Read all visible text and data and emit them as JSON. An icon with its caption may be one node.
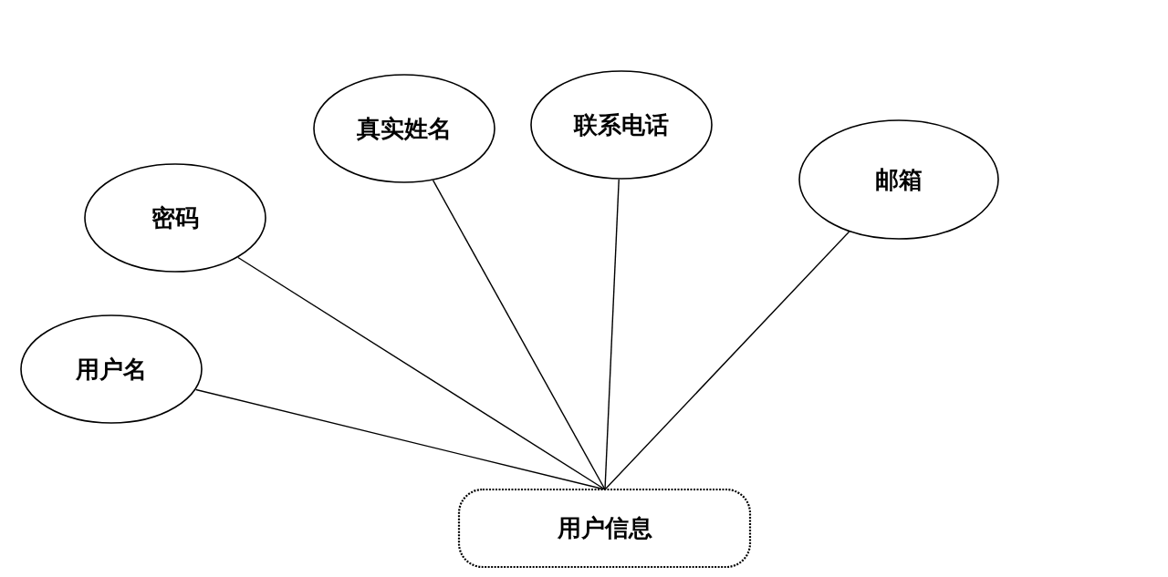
{
  "diagram": {
    "nodes": [
      {
        "text": [
          "用户名"
        ]
      },
      {
        "text": [
          "密码"
        ]
      },
      {
        "text": [
          "真实姓名"
        ]
      },
      {
        "text": [
          "联系电话"
        ]
      },
      {
        "text": [
          "邮箱"
        ]
      },
      {
        "text": [
          "用户信息"
        ]
      }
    ],
    "edges": [
      {
        "from": 5,
        "to": 0,
        "arrow": "none"
      },
      {
        "from": 5,
        "to": 1,
        "arrow": "none"
      },
      {
        "from": 5,
        "to": 2,
        "arrow": "none"
      },
      {
        "from": 5,
        "to": 3,
        "arrow": "none"
      },
      {
        "from": 5,
        "to": 4,
        "arrow": "none"
      }
    ]
  }
}
